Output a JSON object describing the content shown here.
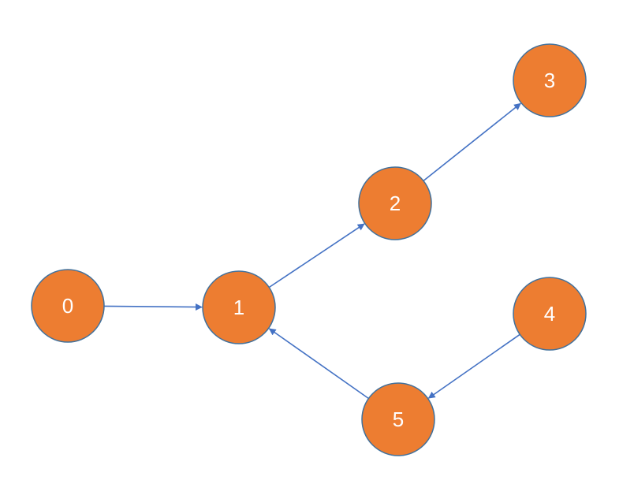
{
  "diagram": {
    "type": "directed-graph",
    "colors": {
      "node_fill": "#ed7d31",
      "node_stroke": "#41719c",
      "node_label": "#ffffff",
      "edge": "#4472c4"
    },
    "nodes": [
      {
        "id": "0",
        "label": "0"
      },
      {
        "id": "1",
        "label": "1"
      },
      {
        "id": "2",
        "label": "2"
      },
      {
        "id": "3",
        "label": "3"
      },
      {
        "id": "4",
        "label": "4"
      },
      {
        "id": "5",
        "label": "5"
      }
    ],
    "edges": [
      {
        "from": "0",
        "to": "1"
      },
      {
        "from": "1",
        "to": "2"
      },
      {
        "from": "2",
        "to": "3"
      },
      {
        "from": "4",
        "to": "5"
      },
      {
        "from": "5",
        "to": "1"
      }
    ]
  }
}
